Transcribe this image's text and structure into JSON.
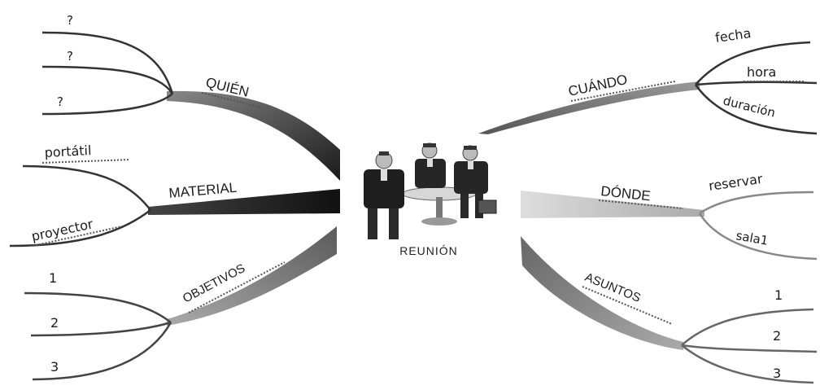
{
  "center": {
    "label": "REUNIÓN"
  },
  "branches": {
    "quien": {
      "label": "QUIÉN",
      "items": [
        "?",
        "?",
        "?"
      ]
    },
    "material": {
      "label": "MATERIAL",
      "items": [
        "portátil",
        "proyector"
      ]
    },
    "objetivos": {
      "label": "OBJETIVOS",
      "items": [
        "1",
        "2",
        "3"
      ]
    },
    "cuando": {
      "label": "CUÁNDO",
      "items": [
        "fecha",
        "hora",
        "duración"
      ]
    },
    "donde": {
      "label": "DÓNDE",
      "items": [
        "reservar",
        "sala1"
      ]
    },
    "asuntos": {
      "label": "ASUNTOS",
      "items": [
        "1",
        "2",
        "3"
      ]
    }
  },
  "colors": {
    "ink": "#1c1c1c",
    "dark_branch": "#2a2a2a",
    "mid_branch": "#777777",
    "light_branch": "#b5b5b5"
  }
}
